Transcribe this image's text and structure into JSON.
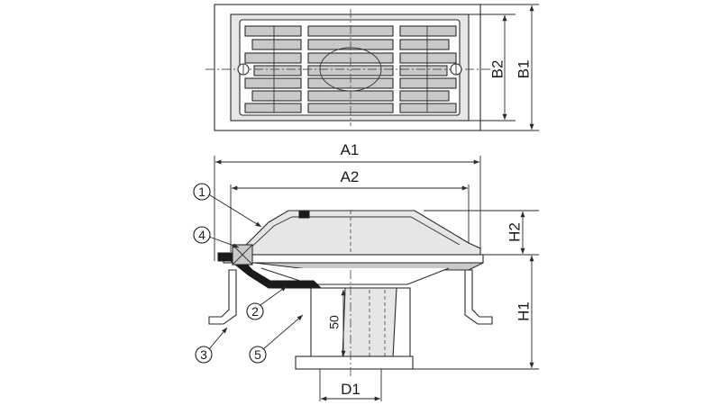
{
  "dimensions": {
    "a1": "A1",
    "a2": "A2",
    "b1": "B1",
    "b2": "B2",
    "h1": "H1",
    "h2": "H2",
    "d1": "D1",
    "depth": "50"
  },
  "callouts": [
    "1",
    "2",
    "3",
    "4",
    "5"
  ]
}
